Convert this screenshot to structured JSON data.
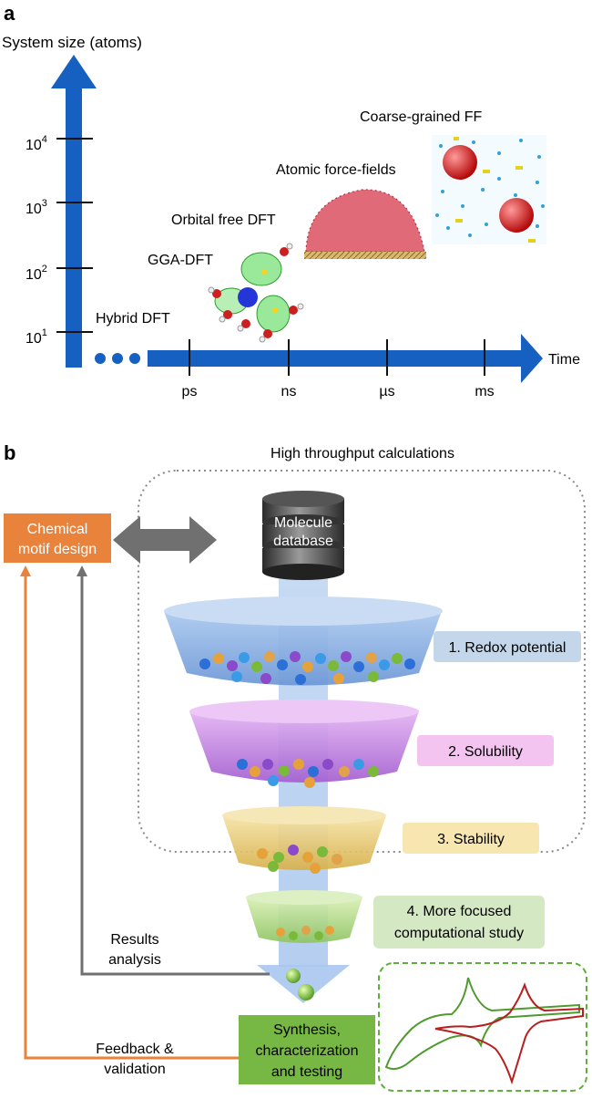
{
  "panel_a": {
    "label": "a",
    "y_axis_label": "System size (atoms)",
    "x_axis_label": "Time",
    "y_ticks": [
      {
        "base": "10",
        "exp": "4"
      },
      {
        "base": "10",
        "exp": "3"
      },
      {
        "base": "10",
        "exp": "2"
      },
      {
        "base": "10",
        "exp": "1"
      }
    ],
    "x_ticks": [
      "ps",
      "ns",
      "µs",
      "ms"
    ],
    "methods": [
      "Hybrid DFT",
      "GGA-DFT",
      "Orbital free DFT",
      "Atomic force-fields",
      "Coarse-grained FF"
    ]
  },
  "panel_b": {
    "label": "b",
    "header": "High throughput calculations",
    "motif_box": [
      "Chemical",
      "motif design"
    ],
    "database": [
      "Molecule",
      "database"
    ],
    "filters": [
      {
        "label": "1. Redox potential",
        "color": "#c3d6ea"
      },
      {
        "label": "2. Solubility",
        "color": "#f4c4f0"
      },
      {
        "label": "3. Stability",
        "color": "#f7e6b0"
      },
      {
        "label": [
          "4. More focused",
          "computational study"
        ],
        "color": "#d4e8c4"
      }
    ],
    "results_analysis": [
      "Results",
      "analysis"
    ],
    "feedback": [
      "Feedback &",
      "validation"
    ],
    "synthesis_box": [
      "Synthesis,",
      "characterization",
      "and testing"
    ]
  },
  "colors": {
    "axis_blue": "#1560c0",
    "orange": "#e9823a",
    "grey_arrow": "#777777",
    "synthesis_green": "#76b843",
    "cv_green": "#4f9a2e",
    "cv_red": "#b81e1e",
    "dashed_green": "#5fae3a"
  }
}
